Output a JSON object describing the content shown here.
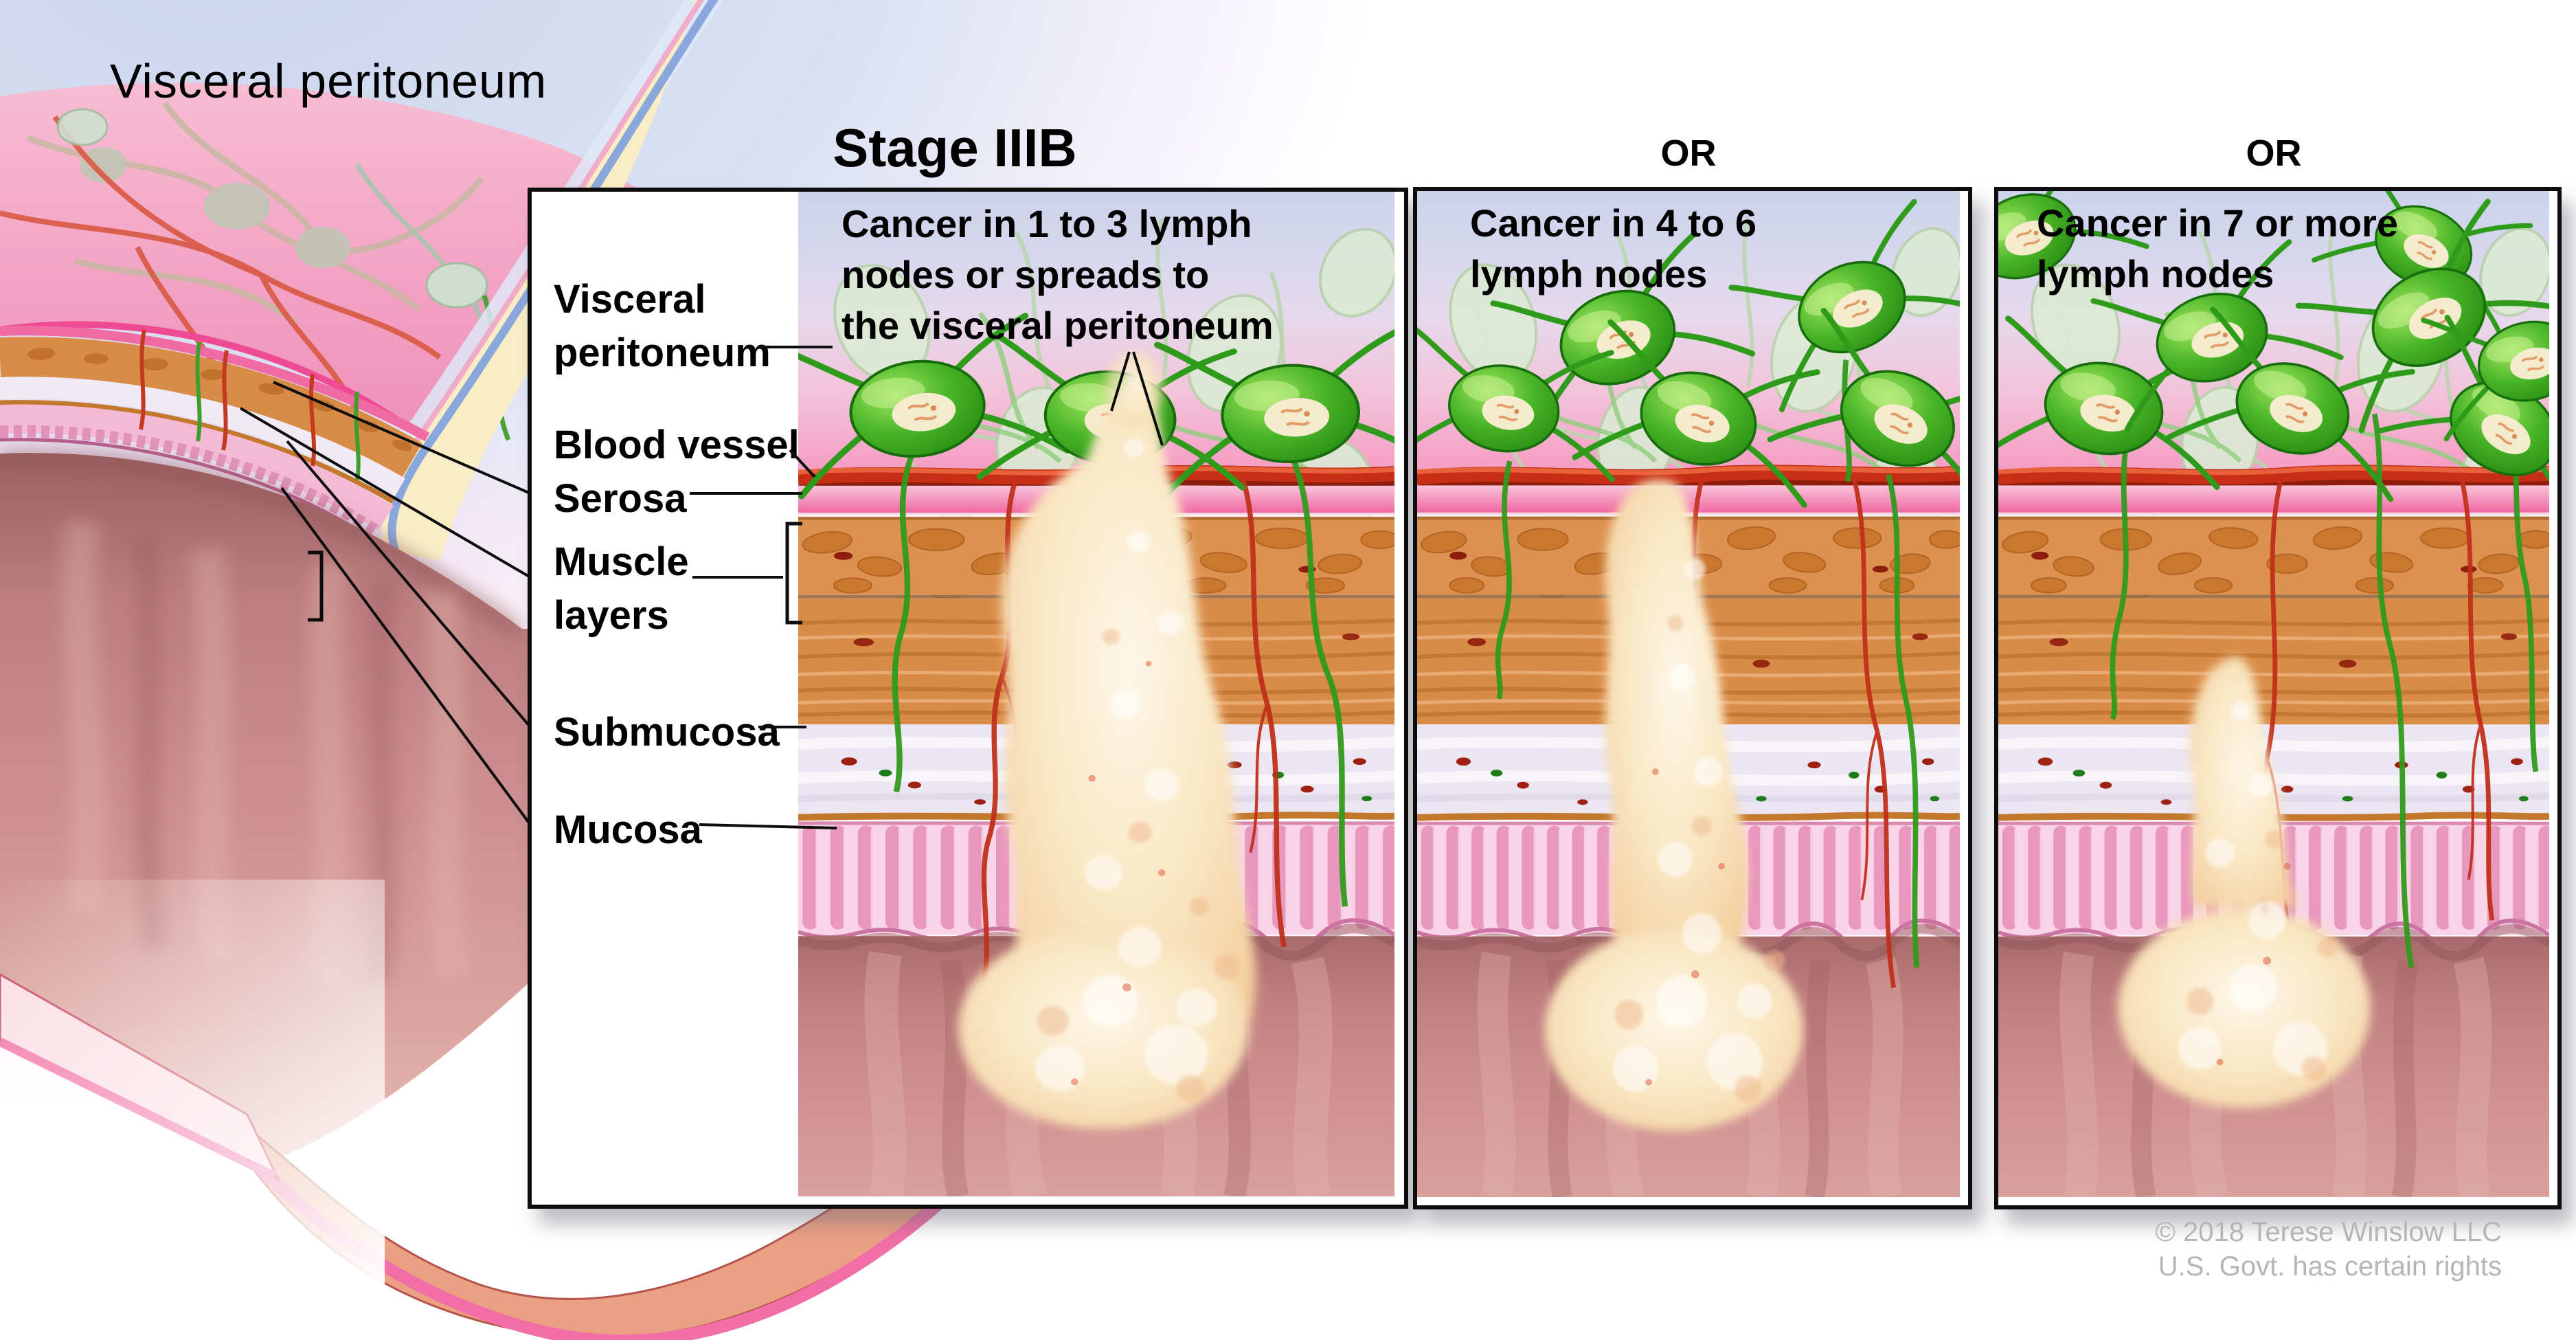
{
  "background_label": "Visceral peritoneum",
  "panels": [
    {
      "key": "stage-iiib",
      "heading": "Stage IIIB",
      "caption_lines": [
        "Cancer in 1 to 3 lymph",
        "nodes or spreads to",
        "the visceral peritoneum"
      ],
      "lymph_node_count": "1 to 3",
      "nodes_shown": 3
    },
    {
      "key": "or-4-to-6",
      "heading": "OR",
      "caption_lines": [
        "Cancer in 4 to 6",
        "lymph nodes",
        ""
      ],
      "lymph_node_count": "4 to 6",
      "nodes_shown": 5
    },
    {
      "key": "or-7-or-more",
      "heading": "OR",
      "caption_lines": [
        "Cancer in 7 or more",
        "lymph nodes",
        ""
      ],
      "lymph_node_count": "7 or more",
      "nodes_shown": 8
    }
  ],
  "layer_labels": {
    "visceral_peritoneum": [
      "Visceral",
      "peritoneum"
    ],
    "blood_vessel": "Blood vessel",
    "serosa": "Serosa",
    "muscle": [
      "Muscle",
      "layers"
    ],
    "submucosa": "Submucosa",
    "mucosa": "Mucosa"
  },
  "copyright": [
    "© 2018 Terese Winslow LLC",
    "U.S. Govt. has certain rights"
  ],
  "colors": {
    "cancer_node_green": "#2f9b1b",
    "tumor_cream": "#f8e7c6",
    "serosa_pink": "#ee5f9b",
    "muscle_orange": "#d98c48",
    "submucosa_lavender": "#ebe6f2",
    "mucosa_pink": "#f5c0d8",
    "lumen_mauve": "#c98888",
    "blood_vessel_red": "#c62f15",
    "copyright_gray": "#b5b5b5",
    "outline_black": "#0d0d0d"
  }
}
